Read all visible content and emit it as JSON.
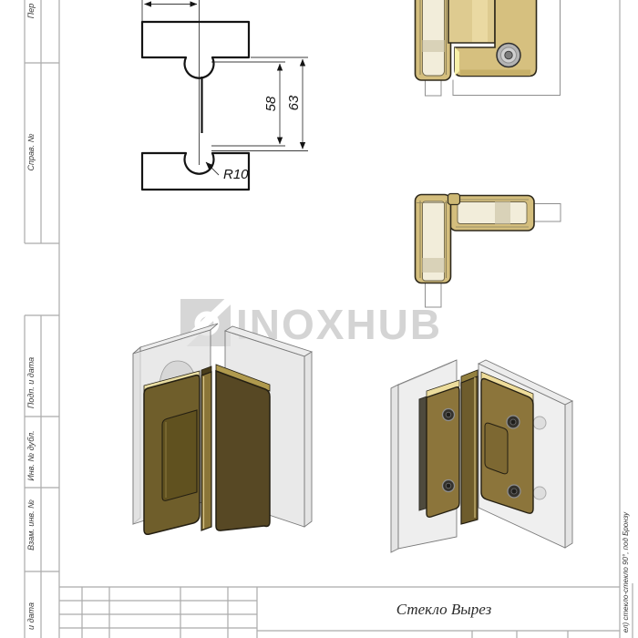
{
  "watermark": {
    "brand": "INOXHUB"
  },
  "cutout_drawing": {
    "dim_inner_height": "58",
    "dim_outer_height": "63",
    "dim_radius": "R10"
  },
  "title_block": {
    "part_name": "Стекло Вырез"
  },
  "frame": {
    "stamps": [
      {
        "label": "Пер"
      },
      {
        "label": "Справ. №"
      },
      {
        "label": "Подп. и дата"
      },
      {
        "label": "Инв. № дубл."
      },
      {
        "label": "Взам. инв. №"
      },
      {
        "label": "и дата"
      }
    ],
    "side_note": "ел) стекло-стекло 90°, под Бронзу"
  },
  "colors": {
    "brass_light": "#d4be7d",
    "brass_cream": "#f2edda",
    "bevel_bright": "#f8f1a8",
    "bronze_dark": "#6f5e2b",
    "bronze_shadow": "#574824",
    "outline": "#2e291b",
    "watermark_gray": "#d5d5d5",
    "frame_gray": "#ababab",
    "dimension_black": "#141414",
    "glass_gray": "#e4e4e4"
  }
}
